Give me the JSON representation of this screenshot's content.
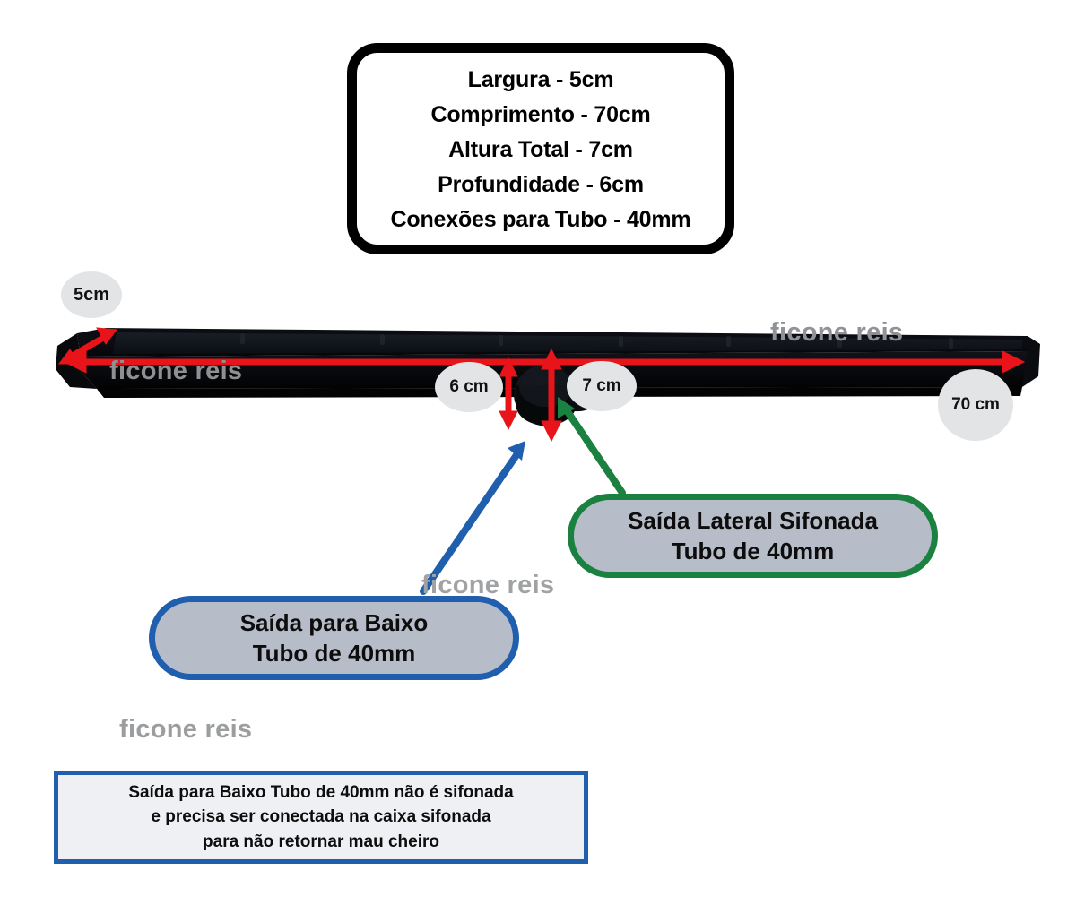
{
  "spec_box": {
    "lines": [
      "Largura - 5cm",
      "Comprimento - 70cm",
      "Altura Total - 7cm",
      "Profundidade - 6cm",
      "Conexões para Tubo - 40mm"
    ]
  },
  "measurements": {
    "width_label": "5cm",
    "depth_label": "6 cm",
    "height_label": "7 cm",
    "length_label": "70 cm"
  },
  "callouts": {
    "side_outlet": {
      "line1": "Saída Lateral Sifonada",
      "line2": "Tubo de 40mm",
      "border_color": "#1a8140"
    },
    "bottom_outlet": {
      "line1": "Saída para Baixo",
      "line2": "Tubo de 40mm",
      "border_color": "#1f5fad"
    }
  },
  "warning": {
    "line1": "Saída para Baixo Tubo de 40mm não é sifonada",
    "line2": "e precisa ser conectada na caixa sifonada",
    "line3": "para não retornar mau cheiro",
    "border_color": "#1f5fad"
  },
  "watermarks": {
    "text": "ficone reis"
  },
  "colors": {
    "dimension_arrow": "#e8141a",
    "bubble_fill": "#e2e4e6",
    "pill_fill": "#b6bdc8",
    "green": "#1a8140",
    "blue": "#1f5fad",
    "product_body": "#0a0a0c"
  }
}
